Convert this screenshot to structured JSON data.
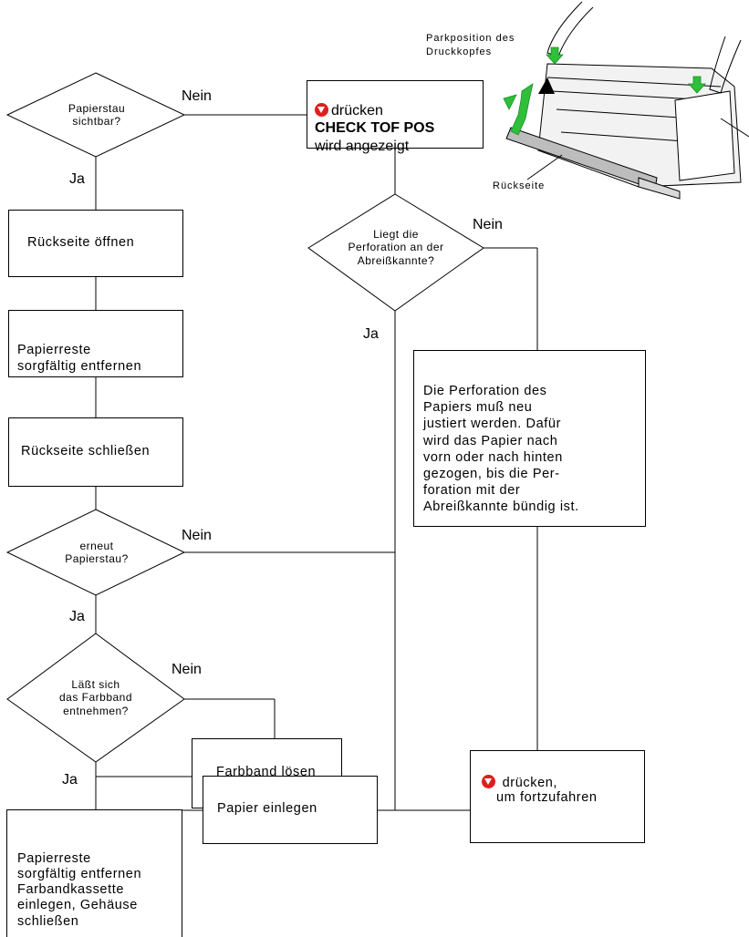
{
  "diagram": {
    "decision_visible": "Papierstau\nsichtbar?",
    "decision_perforation": "Liegt die\nPerforation an der\nAbreißkannte?",
    "decision_again": "erneut\nPapierstau?",
    "decision_ribbon": "Läßt sich\ndas Farbband\nentnehmen?",
    "step_open": "Rückseite öffnen",
    "step_remove": "Papierreste\nsorgfältig entfernen",
    "step_close": "Rückseite schließen",
    "step_ribbon_release": "Farbband lösen",
    "step_final_remove": "Papierreste\nsorgfältig entfernen\nFarbandkassette\neinlegen, Gehäuse\nschließen",
    "step_insert": "Papier einlegen",
    "step_adjust": "Die Perforation des\nPapiers muß neu\njustiert werden.  Dafür\nwird das Papier nach\nvorn oder nach hinten\ngezogen, bis die Per-\nforation mit der\nAbreißkannte bündig ist.",
    "top_box": {
      "line1": "drücken",
      "line2": "CHECK TOF POS",
      "line3": "wird angezeigt"
    },
    "continue_box": {
      "line1": "drücken,",
      "line2": "um fortzufahren"
    },
    "labels": {
      "nein": "Nein",
      "ja": "Ja"
    },
    "illustration": {
      "park_label": "Parkposition des\nDruckkopfes",
      "back_label": "Rückseite"
    },
    "colors": {
      "icon": "#e01e1e",
      "arrow": "#2fbf3a"
    }
  }
}
